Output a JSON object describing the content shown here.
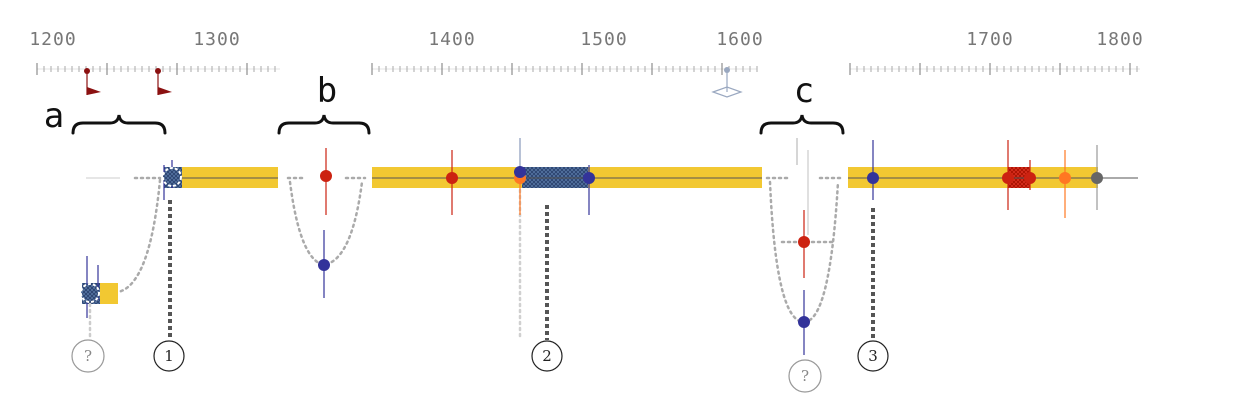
{
  "axis": {
    "tick_labels": [
      {
        "label": "1200",
        "year": 1200
      },
      {
        "label": "1300",
        "year": 1300
      },
      {
        "label": "1400",
        "year": 1400
      },
      {
        "label": "1500",
        "year": 1500
      },
      {
        "label": "1600",
        "year": 1600
      },
      {
        "label": "1700",
        "year": 1700
      },
      {
        "label": "1800",
        "year": 1800
      }
    ]
  },
  "brace_labels": {
    "a": "a",
    "b": "b",
    "c": "c"
  },
  "markers": [
    {
      "id": "1",
      "label": "1"
    },
    {
      "id": "2",
      "label": "2"
    },
    {
      "id": "3",
      "label": "3"
    },
    {
      "id": "q1",
      "label": "?"
    },
    {
      "id": "q2",
      "label": "?"
    }
  ],
  "colors": {
    "bar": "#f2c832",
    "red_dot": "#cc2211",
    "blue_dot": "#33339a",
    "orange_dot": "#ff7722",
    "gray_dot": "#666666",
    "hatch": "#3c5a88",
    "flag": "#8b1111",
    "dotted": "#aaaaaa",
    "dashed": "#555555"
  }
}
